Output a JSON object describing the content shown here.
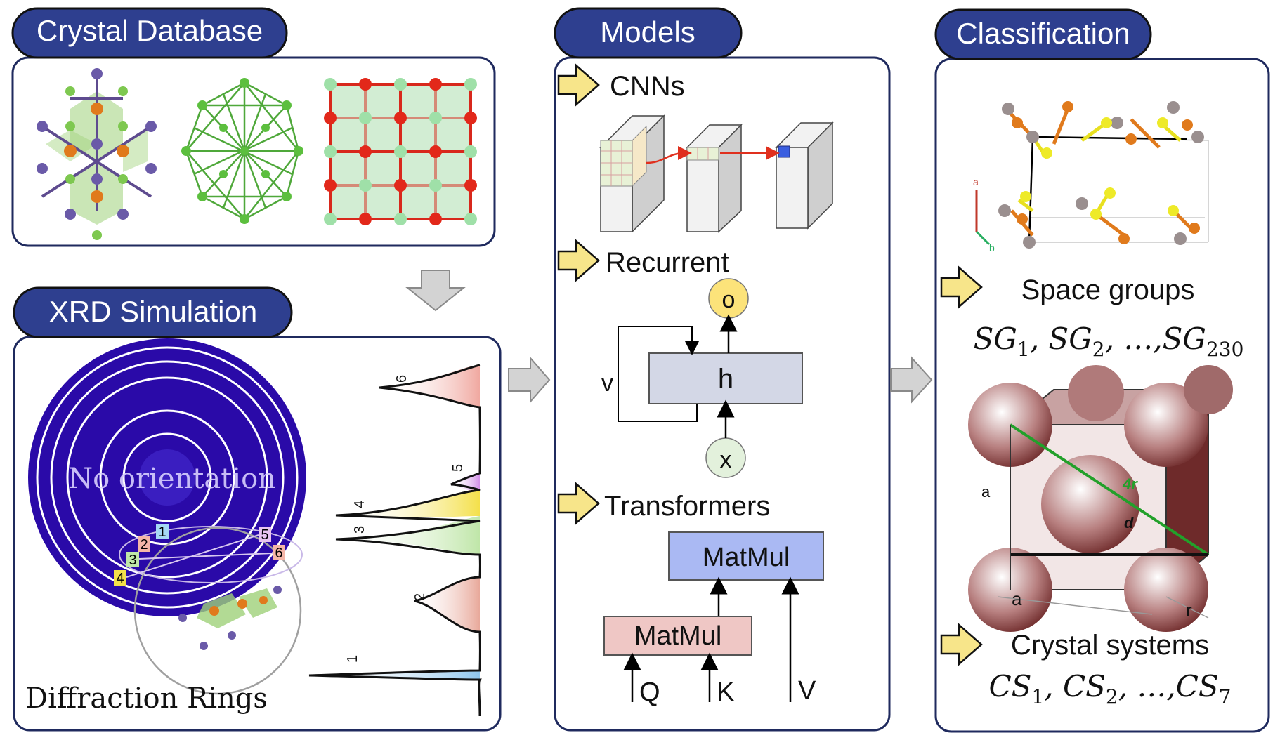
{
  "sections": {
    "crystal_database": {
      "title": "Crystal Database"
    },
    "xrd_simulation": {
      "title": "XRD Simulation",
      "detector_label": "No orientation",
      "caption": "Diffraction Rings",
      "ring_numbers": [
        "1",
        "2",
        "3",
        "4",
        "5",
        "6"
      ],
      "peak_numbers": [
        "1",
        "2",
        "3",
        "4",
        "5",
        "6"
      ]
    },
    "models": {
      "title": "Models",
      "cnn": {
        "label": "CNNs"
      },
      "recurrent": {
        "label": "Recurrent",
        "output": "o",
        "hidden": "h",
        "input": "x",
        "loop": "v"
      },
      "transformers": {
        "label": "Transformers",
        "matmul_top": "MatMul",
        "matmul_bottom": "MatMul",
        "q": "Q",
        "k": "K",
        "v": "V"
      }
    },
    "classification": {
      "title": "Classification",
      "space_groups": {
        "label": "Space groups",
        "formula": [
          "SG",
          "1",
          ", SG",
          "2",
          ", …,SG",
          "230"
        ]
      },
      "crystal_systems": {
        "label": "Crystal systems",
        "formula": [
          "CS",
          "1",
          ", CS",
          "2",
          ", …,CS",
          "7"
        ]
      },
      "cube_labels": {
        "a_left": "a",
        "a_bottom": "a",
        "r": "r",
        "four_r": "4r",
        "d": "d",
        "axis_a": "a",
        "axis_b": "b"
      }
    }
  },
  "colors": {
    "pill": "#2e3f8f",
    "box_border": "#1f2a5e",
    "arrow_yellow": "#f7e58a",
    "arrow_gray": "#cfcfcf",
    "detector": "#2a0aa8",
    "hidden_box": "#d3d7e6",
    "matmul_top": "#aab9f3",
    "matmul_bottom": "#efc7c5"
  }
}
